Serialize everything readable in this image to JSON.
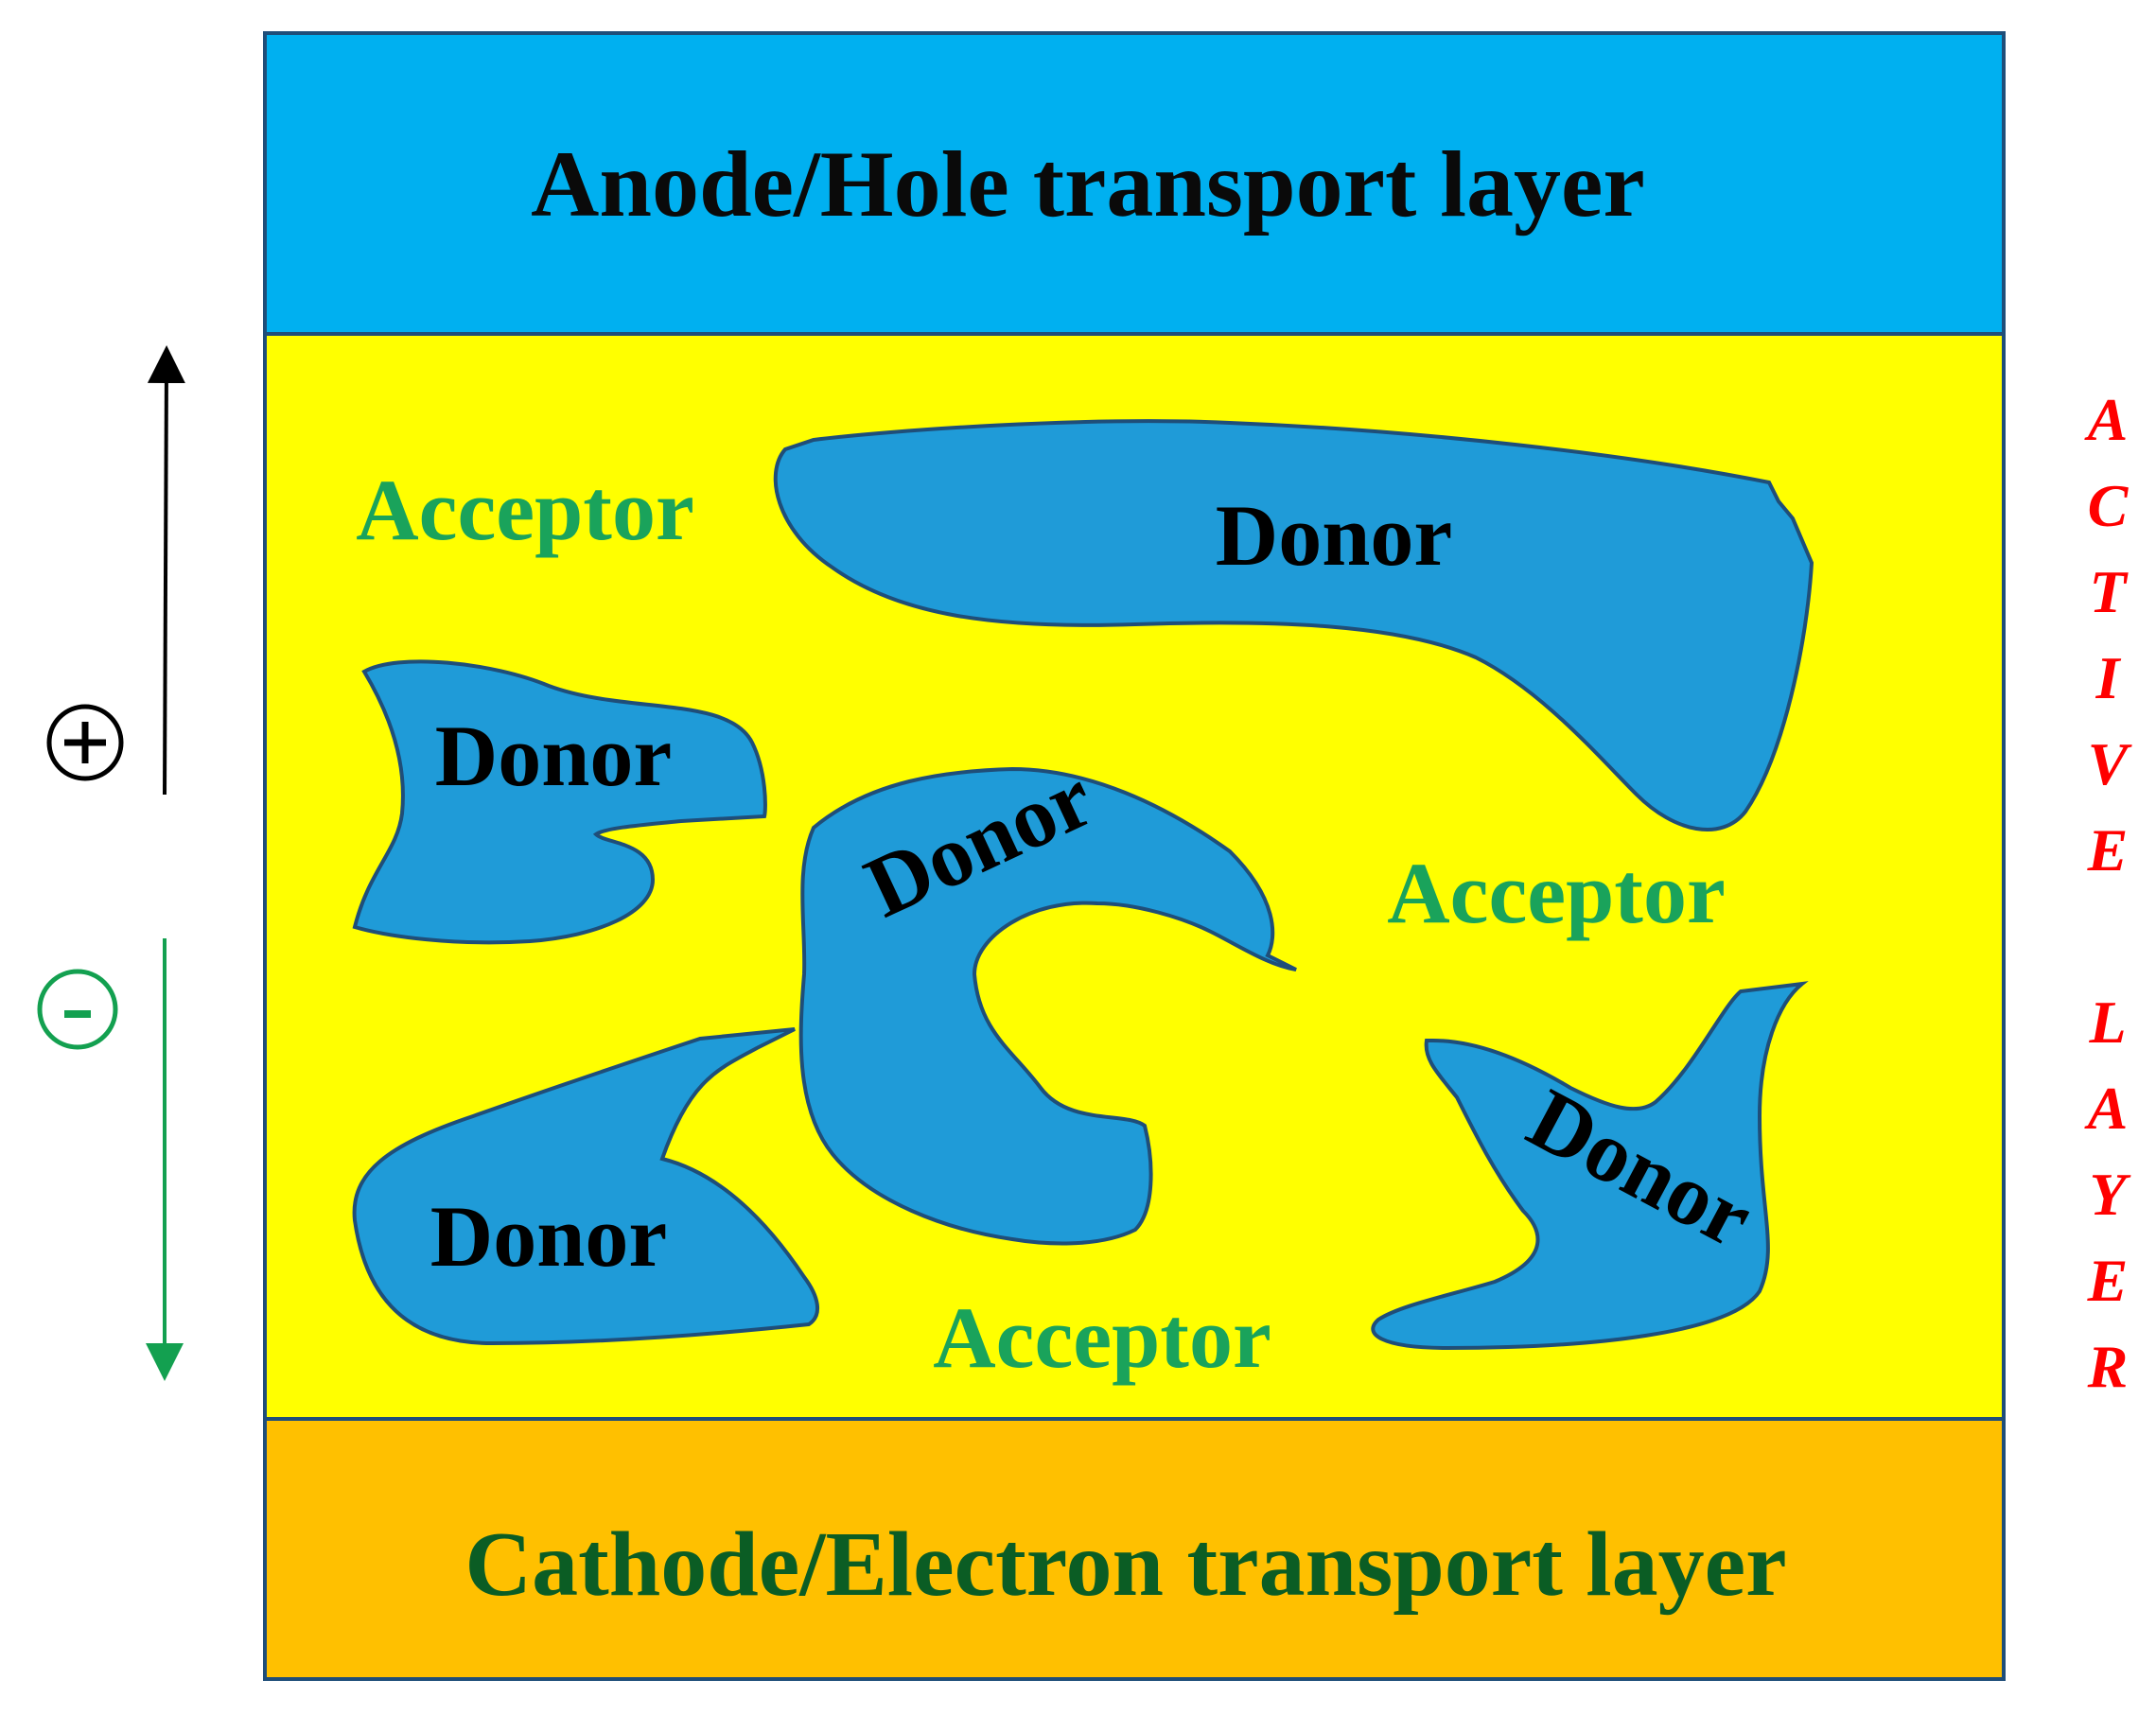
{
  "layers": {
    "anode": {
      "label": "Anode/Hole transport layer",
      "fill": "#00b0f0",
      "text_color": "#0a0a0a"
    },
    "active": {
      "fill": "#ffff00"
    },
    "cathode": {
      "label": "Cathode/Electron transport layer",
      "fill": "#ffc000",
      "text_color": "#0b5d24"
    }
  },
  "active_layer_label": {
    "letters": [
      "A",
      "C",
      "T",
      "I",
      "V",
      "E",
      "",
      "L",
      "A",
      "Y",
      "E",
      "R"
    ],
    "color": "#ff0000"
  },
  "regions": {
    "donor_label": "Donor",
    "acceptor_label": "Acceptor",
    "donor_fill": "#1f9bd8",
    "acceptor_color": "#1aa35b"
  },
  "charges": {
    "positive": {
      "symbol": "+",
      "color": "#000000",
      "direction": "up"
    },
    "negative": {
      "symbol": "-",
      "color": "#13a050",
      "direction": "down"
    }
  }
}
